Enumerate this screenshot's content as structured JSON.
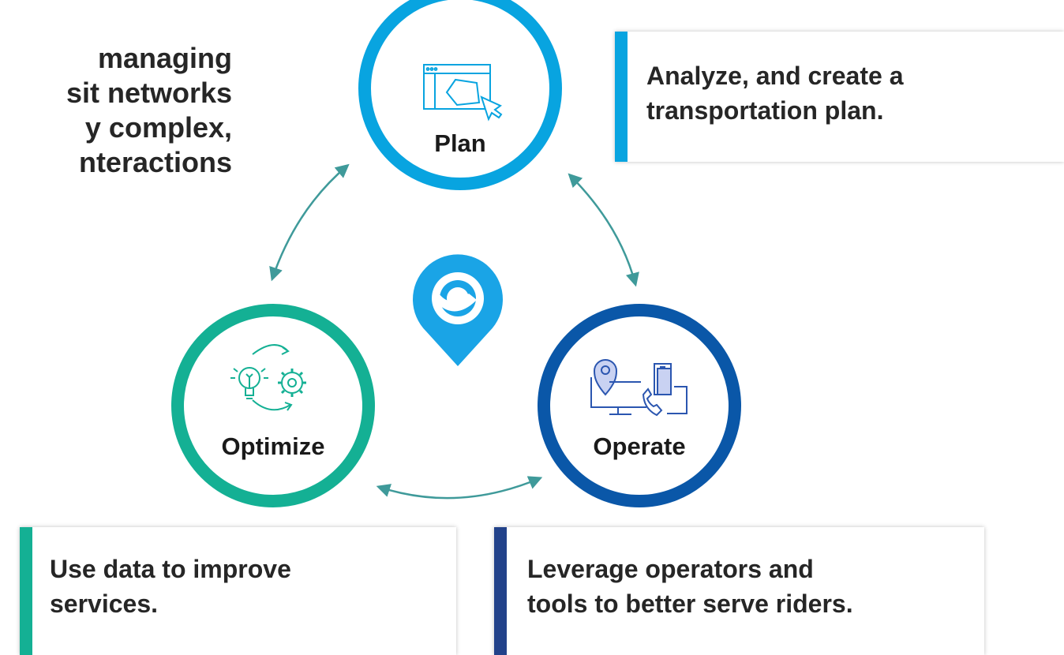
{
  "intro_lines": [
    "managing",
    "sit networks",
    "y complex,",
    "nteractions"
  ],
  "nodes": {
    "plan": {
      "label": "Plan",
      "color": "#08a4e0"
    },
    "optimize": {
      "label": "Optimize",
      "color": "#14b094"
    },
    "operate": {
      "label": "Operate",
      "color": "#0a57a8"
    }
  },
  "cards": {
    "plan": {
      "lines": [
        "Analyze, and create a",
        "transportation plan."
      ],
      "accent": "#08a4e0"
    },
    "optimize": {
      "lines": [
        "Use data to improve",
        "services."
      ],
      "accent": "#14b094"
    },
    "operate": {
      "lines": [
        "Leverage operators and",
        "tools to better serve riders."
      ],
      "accent": "#22428a"
    }
  },
  "arrow_color": "#3f9a9a",
  "logo_color": "#1aa4e6",
  "icons": {
    "plan": "map-window-cursor-icon",
    "optimize": "lightbulb-gear-cycle-icon",
    "operate": "location-phone-devices-icon",
    "center": "location-pin-logo-icon"
  }
}
